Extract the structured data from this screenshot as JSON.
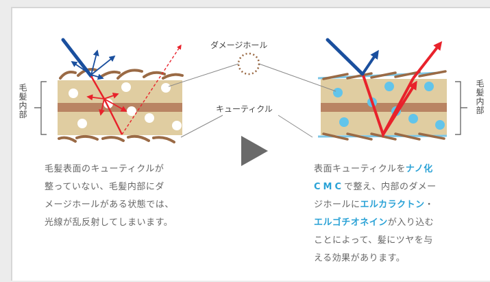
{
  "labels": {
    "damage_hole": "ダメージホール",
    "cuticle": "キューティクル",
    "hair_inner_left": "毛髪内部",
    "hair_inner_right": "毛髪内部"
  },
  "left_text": {
    "line1": "毛髪表面のキューティクルが",
    "line2": "整っていない、毛髪内部にダ",
    "line3": "メージホールがある状態では、",
    "line4": "光線が乱反射してしまいます。"
  },
  "right_text": {
    "l1_a": "表面キューティクルを",
    "l1_hl": "ナノ化",
    "l2_hl": "CMC",
    "l2_b": "で整え、内部のダメー",
    "l3_a": "ジホールに",
    "l3_hl": "エルカラクトン",
    "l3_b": "・",
    "l4_hl": "エルゴチオネイン",
    "l4_b": "が入り込む",
    "l5": "ことによって、髪にツヤを与",
    "l6": "える効果があります。"
  },
  "colors": {
    "hair": "#e0cda1",
    "band": "#b98463",
    "cuticle": "#9a6a45",
    "smooth_cuticle": "#7cc6e6",
    "hole_fill": "#62c4ea",
    "light_blue": "#1a4f9e",
    "light_red": "#e8222b",
    "arrow": "#6a6a6a"
  }
}
